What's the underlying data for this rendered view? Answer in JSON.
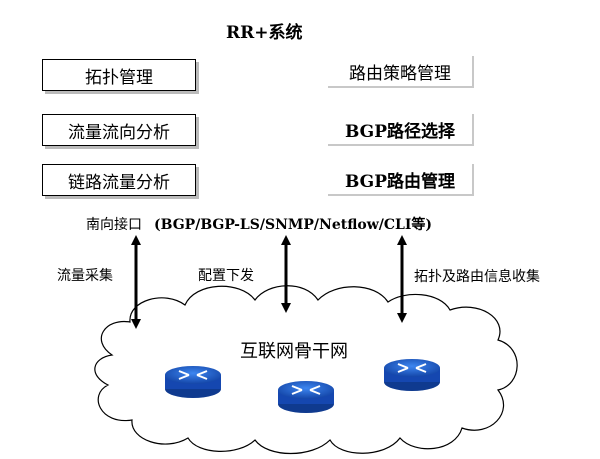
{
  "title": "RR+系统",
  "left_boxes": [
    {
      "label": "拓扑管理"
    },
    {
      "label": "流量流向分析"
    },
    {
      "label": "链路流量分析"
    }
  ],
  "right_boxes": [
    {
      "label": "路由策略管理"
    },
    {
      "label": "BGP路径选择"
    },
    {
      "label": "BGP路由管理"
    }
  ],
  "southbound": {
    "label": "南向接口",
    "protocols": "(BGP/BGP-LS/SNMP/Netflow/CLI等)"
  },
  "arrows": [
    {
      "label": "流量采集"
    },
    {
      "label": "配置下发"
    },
    {
      "label": "拓扑及路由信息收集"
    }
  ],
  "cloud": {
    "label": "互联网骨干网",
    "router_icon": "router-icon",
    "router_count": 3,
    "router_color": "#1f5fd1"
  }
}
